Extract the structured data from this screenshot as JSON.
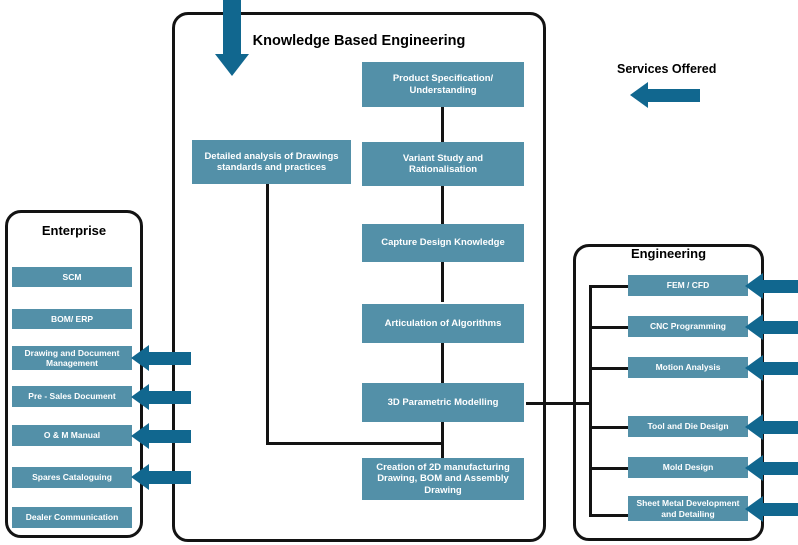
{
  "diagram": {
    "title": "Knowledge Based Engineering",
    "legend": {
      "label": "Services Offered",
      "arrow_direction": "left",
      "arrow_color": "#11678F"
    },
    "colors": {
      "box_fill": "#5390A8",
      "box_text": "#FFFFFF",
      "arrow": "#11678F",
      "connector": "#131313",
      "panel_border": "#131313",
      "background": "#FFFFFF"
    }
  },
  "panels": {
    "kbe": {
      "title": "Knowledge Based Engineering",
      "boxes": [
        {
          "id": "product-specification",
          "label": "Product Specification/\nUnderstanding",
          "line1": "Product Specification/",
          "line2": "Understanding"
        },
        {
          "id": "detailed-analysis",
          "label": "Detailed analysis of Drawings standards and practices",
          "line1": "Detailed analysis of Drawings",
          "line2": "standards and practices"
        },
        {
          "id": "variant-study",
          "label": "Variant Study and Rationalisation",
          "line1": "Variant Study and",
          "line2": "Rationalisation"
        },
        {
          "id": "capture-design-knowledge",
          "label": "Capture Design Knowledge",
          "line1": "Capture Design Knowledge",
          "line2": ""
        },
        {
          "id": "articulation-of-algorithms",
          "label": "Articulation of Algorithms",
          "line1": "Articulation of Algorithms",
          "line2": ""
        },
        {
          "id": "3d-parametric-modelling",
          "label": "3D Parametric Modelling",
          "line1": "3D Parametric Modelling",
          "line2": ""
        },
        {
          "id": "creation-2d-manufacturing",
          "label": "Creation of 2D manufacturing Drawing, BOM and Assembly Drawing",
          "line1": "Creation of 2D manufacturing",
          "line2": "Drawing, BOM and Assembly Drawing"
        }
      ]
    },
    "enterprise": {
      "title": "Enterprise",
      "items": [
        {
          "id": "scm",
          "label": "SCM",
          "has_arrow": false
        },
        {
          "id": "bom-erp",
          "label": "BOM/ ERP",
          "has_arrow": false
        },
        {
          "id": "drawing-document-management",
          "label": "Drawing and Document Management",
          "line1": "Drawing and Document",
          "line2": "Management",
          "has_arrow": true
        },
        {
          "id": "pre-sales-document",
          "label": "Pre - Sales Document",
          "has_arrow": true
        },
        {
          "id": "o-m-manual",
          "label": "O & M Manual",
          "has_arrow": true
        },
        {
          "id": "spares-cataloguing",
          "label": "Spares Cataloguing",
          "has_arrow": true
        },
        {
          "id": "dealer-communication",
          "label": "Dealer Communication",
          "has_arrow": false
        }
      ]
    },
    "engineering": {
      "title": "Engineering",
      "items": [
        {
          "id": "fem-cfd",
          "label": "FEM / CFD",
          "has_arrow": true
        },
        {
          "id": "cnc-programming",
          "label": "CNC Programming",
          "has_arrow": true
        },
        {
          "id": "motion-analysis",
          "label": "Motion Analysis",
          "has_arrow": true
        },
        {
          "id": "tool-and-die-design",
          "label": "Tool and Die Design",
          "has_arrow": true
        },
        {
          "id": "mold-design",
          "label": "Mold Design",
          "has_arrow": true
        },
        {
          "id": "sheet-metal-development",
          "label": "Sheet Metal Development and Detailing",
          "line1": "Sheet Metal Development",
          "line2": "and Detailing",
          "has_arrow": true
        }
      ]
    }
  }
}
